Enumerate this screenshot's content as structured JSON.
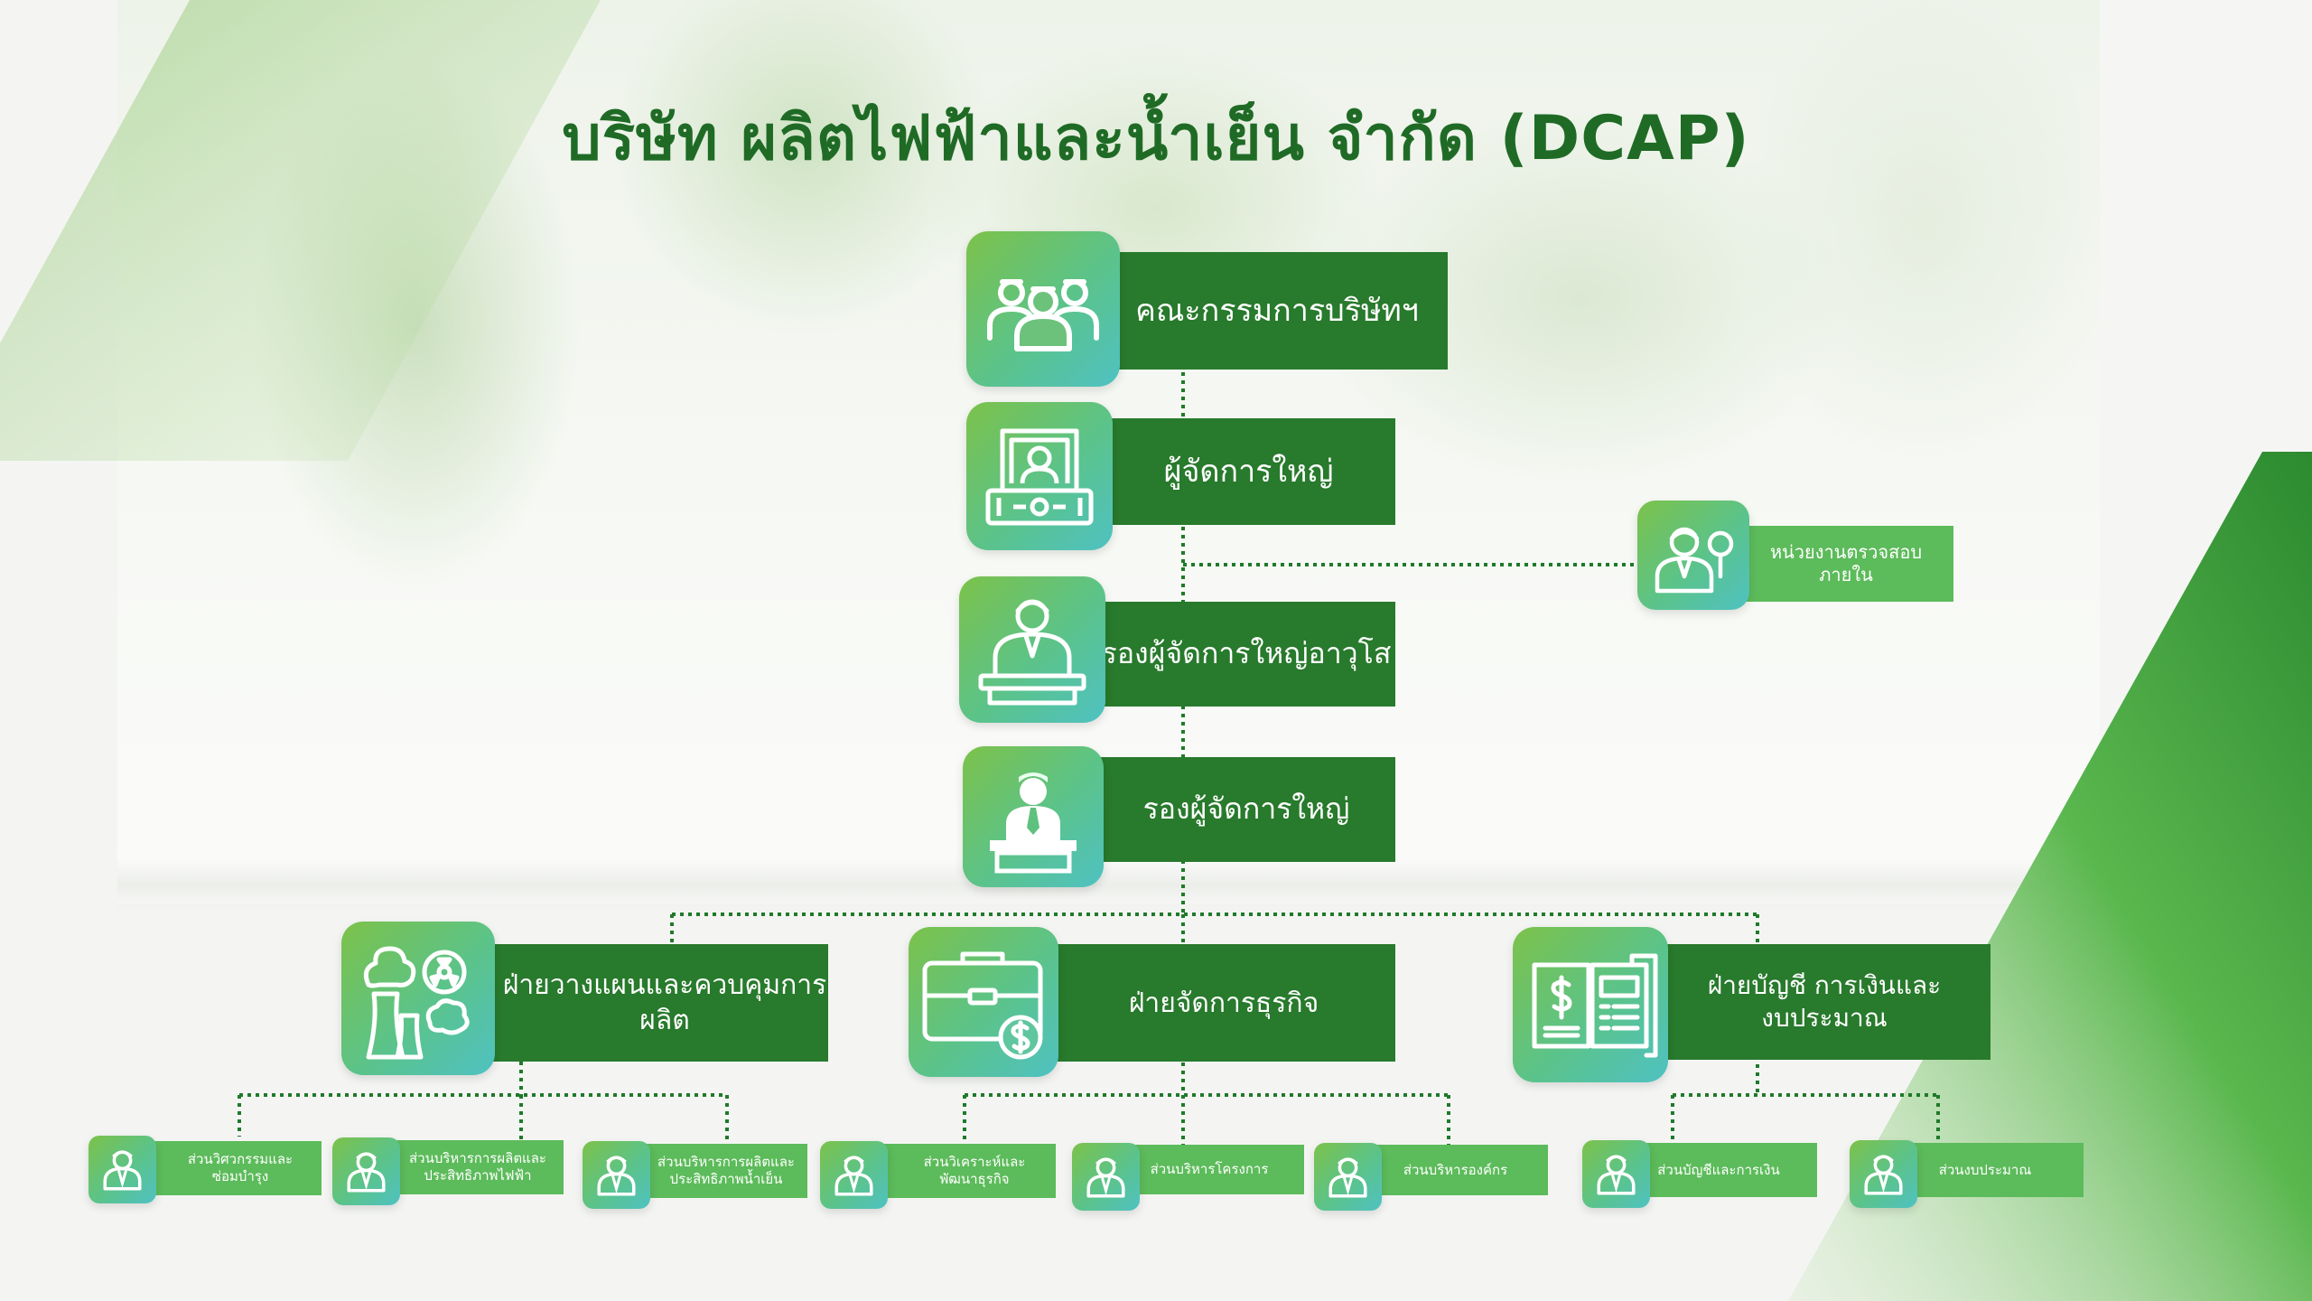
{
  "title": "บริษัท ผลิตไฟฟ้าและน้ำเย็น จำกัด (DCAP)",
  "colors": {
    "primary_dark_green": "#287a2c",
    "secondary_green": "#5cbb5a",
    "title_green": "#1f6b26",
    "icon_gradient_start": "#7cc24a",
    "icon_gradient_end": "#4fc2c2",
    "connector": "#1f7a2a"
  },
  "nodes": {
    "board": {
      "label": "คณะกรรมการบริษัทฯ",
      "icon": "group-icon"
    },
    "ceo": {
      "label": "ผู้จัดการใหญ่",
      "icon": "executive-desk-icon"
    },
    "audit": {
      "label": "หน่วยงานตรวจสอบ\nภายใน",
      "icon": "inspector-magnifier-icon"
    },
    "senior_vp": {
      "label": "รองผู้จัดการใหญ่อาวุโส",
      "icon": "speaker-podium-icon"
    },
    "vp": {
      "label": "รองผู้จัดการใหญ่",
      "icon": "manager-desk-icon"
    },
    "dept_planning": {
      "label": "ฝ่ายวางแผนและควบคุมการผลิต",
      "icon": "power-plant-icon"
    },
    "dept_business": {
      "label": "ฝ่ายจัดการธุรกิจ",
      "icon": "briefcase-dollar-icon"
    },
    "dept_finance": {
      "label": "ฝ่ายบัญชี การเงินและ\nงบประมาณ",
      "icon": "ledger-dollar-icon"
    }
  },
  "sections": [
    {
      "label": "ส่วนวิศวกรรมและ\nซ่อมบำรุง",
      "icon": "staff-person-icon"
    },
    {
      "label": "ส่วนบริหารการผลิตและ\nประสิทธิภาพไฟฟ้า",
      "icon": "staff-person-icon"
    },
    {
      "label": "ส่วนบริหารการผลิตและ\nประสิทธิภาพน้ำเย็น",
      "icon": "staff-person-icon"
    },
    {
      "label": "ส่วนวิเคราะห์และ\nพัฒนาธุรกิจ",
      "icon": "staff-person-icon"
    },
    {
      "label": "ส่วนบริหารโครงการ",
      "icon": "staff-person-icon"
    },
    {
      "label": "ส่วนบริหารองค์กร",
      "icon": "staff-person-icon"
    },
    {
      "label": "ส่วนบัญชีและการเงิน",
      "icon": "staff-person-icon"
    },
    {
      "label": "ส่วนงบประมาณ",
      "icon": "staff-person-icon"
    }
  ]
}
